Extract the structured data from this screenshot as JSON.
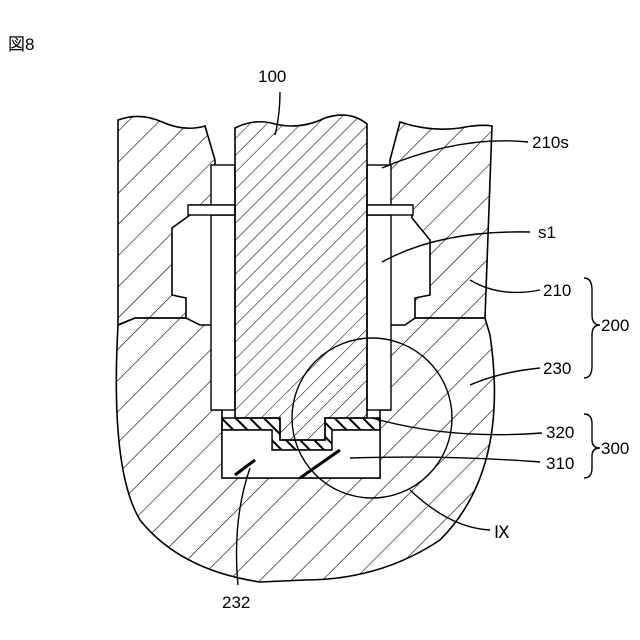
{
  "figure": {
    "label": "図8"
  },
  "callouts": {
    "pin": "100",
    "surface_210s": "210s",
    "gap_s1": "s1",
    "part_210": "210",
    "part_230": "230",
    "part_320": "320",
    "part_310": "310",
    "part_232": "232",
    "assembly_200": "200",
    "assembly_300": "300",
    "detail_ix": "Ⅸ"
  }
}
